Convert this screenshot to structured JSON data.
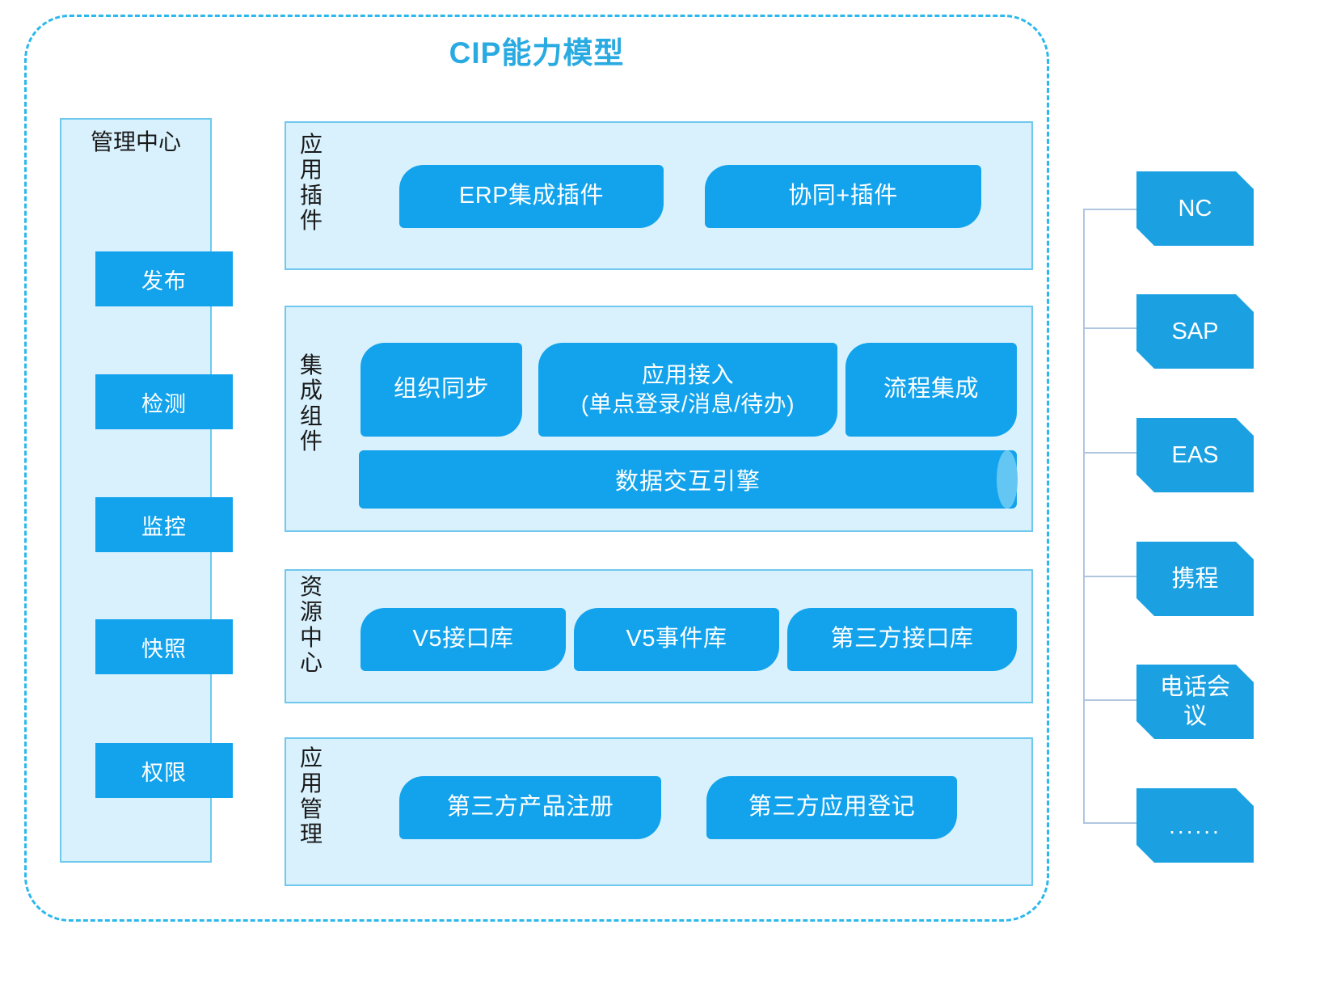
{
  "title": "CIP能力模型",
  "colors": {
    "accent_blue": "#12A3EC",
    "tag_blue": "#1BA1E2",
    "panel_bg": "#D8F1FD",
    "panel_border": "#6FC8EE",
    "dashed_border": "#2BB8EC",
    "title_text": "#29ABE2",
    "connector": "#AFC6E0",
    "cylinder_cap": "#64C6F2"
  },
  "management_center": {
    "title": "管理中心",
    "items": [
      {
        "label": "发布"
      },
      {
        "label": "检测"
      },
      {
        "label": "监控"
      },
      {
        "label": "快照"
      },
      {
        "label": "权限"
      }
    ]
  },
  "rows": [
    {
      "label": "应用插件",
      "items": [
        {
          "label": "ERP集成插件"
        },
        {
          "label": "协同+插件"
        }
      ]
    },
    {
      "label": "集成组件",
      "items": [
        {
          "label": "组织同步"
        },
        {
          "label_line1": "应用接入",
          "label_line2": "(单点登录/消息/待办)"
        },
        {
          "label": "流程集成"
        }
      ],
      "engine": {
        "label": "数据交互引擎"
      }
    },
    {
      "label": "资源中心",
      "items": [
        {
          "label": "V5接口库"
        },
        {
          "label": "V5事件库"
        },
        {
          "label": "第三方接口库"
        }
      ]
    },
    {
      "label": "应用管理",
      "items": [
        {
          "label": "第三方产品注册"
        },
        {
          "label": "第三方应用登记"
        }
      ]
    }
  ],
  "systems": [
    {
      "label": "NC"
    },
    {
      "label": "SAP"
    },
    {
      "label": "EAS"
    },
    {
      "label": "携程"
    },
    {
      "label_line1": "电话会",
      "label_line2": "议"
    },
    {
      "label": "......"
    }
  ]
}
